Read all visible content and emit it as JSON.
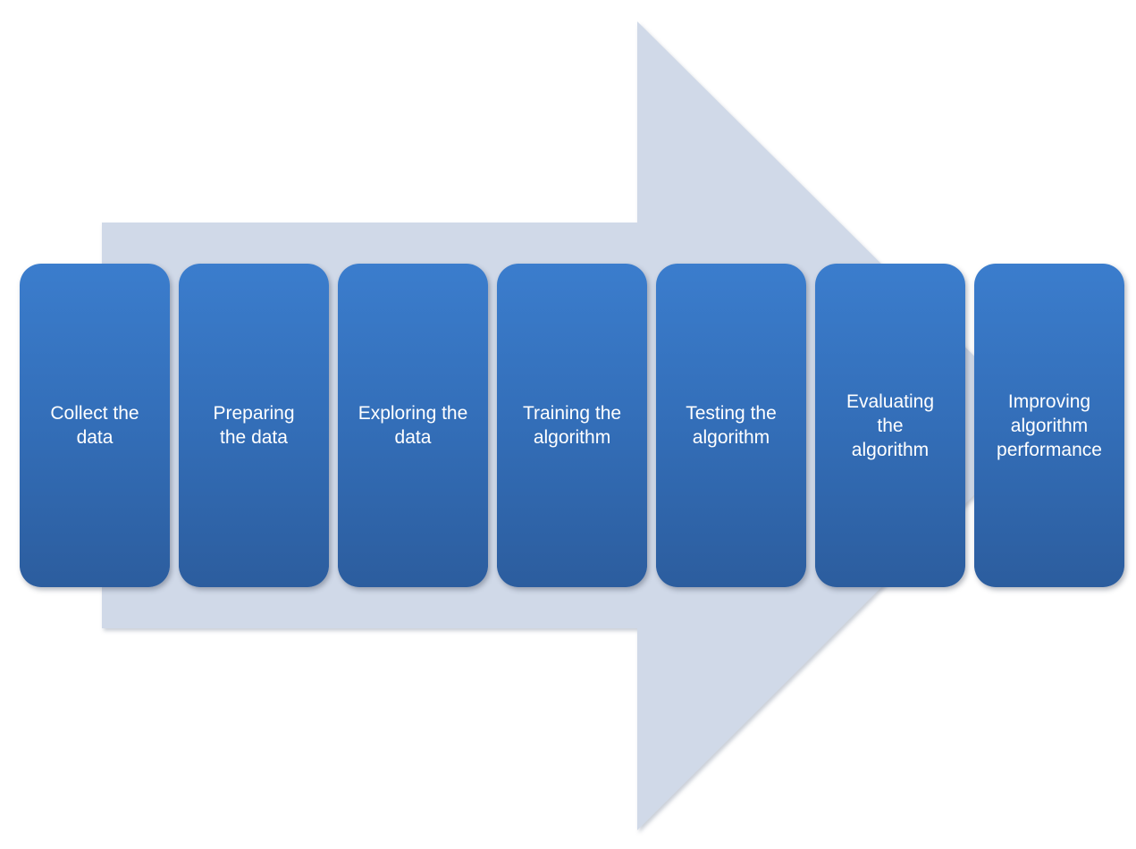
{
  "diagram": {
    "arrow_color": "#d0d9e8",
    "step_color": "#3674c1",
    "text_color": "#ffffff",
    "steps": [
      {
        "label": "Collect the\ndata"
      },
      {
        "label": "Preparing\nthe data"
      },
      {
        "label": "Exploring the\ndata"
      },
      {
        "label": "Training the\nalgorithm"
      },
      {
        "label": "Testing the\nalgorithm"
      },
      {
        "label": "Evaluating\nthe\nalgorithm"
      },
      {
        "label": "Improving\nalgorithm\nperformance"
      }
    ]
  }
}
